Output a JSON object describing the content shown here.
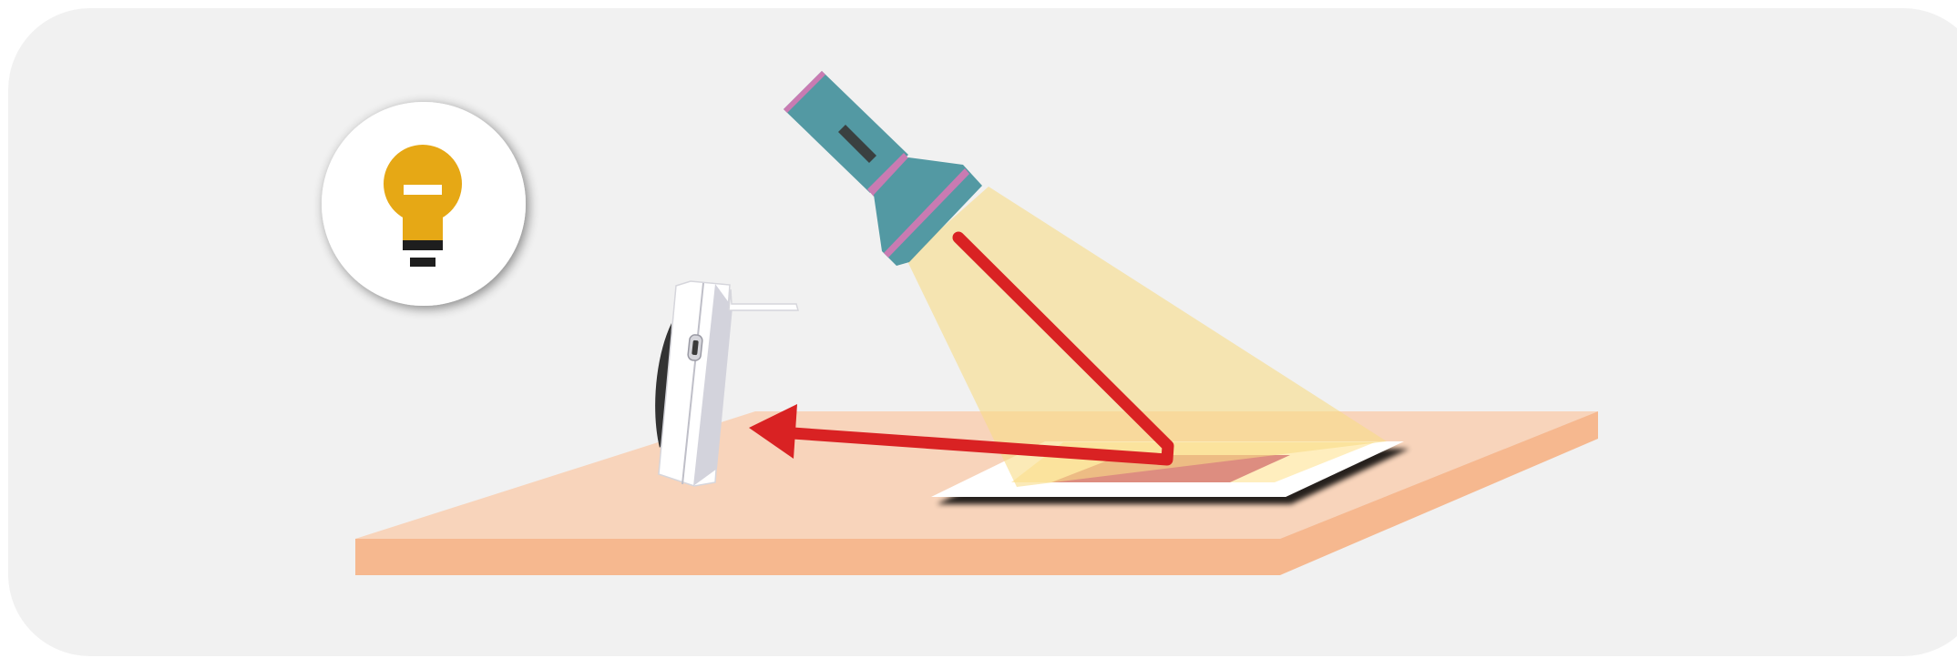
{
  "scene": {
    "background_color": "#f1f1f1",
    "icon": "lightbulb-icon",
    "colors": {
      "lightbulb": "#e6a815",
      "table_top": "#f8d4bb",
      "table_edge": "#f6b88f",
      "flashlight_body": "#5399a3",
      "flashlight_stripe": "#c97bb2",
      "light_beam": "#f9dc87",
      "arrow": "#d92223",
      "paper_highlight": "#ffeebe",
      "mark_on_paper": "#dd8d80",
      "device": "#ffffff",
      "device_shade": "#d3d3dc"
    },
    "elements": [
      "lightbulb-icon",
      "table",
      "flashlight",
      "light-beam",
      "paper-sheet",
      "reflected-light-arrow",
      "handheld-device"
    ]
  }
}
